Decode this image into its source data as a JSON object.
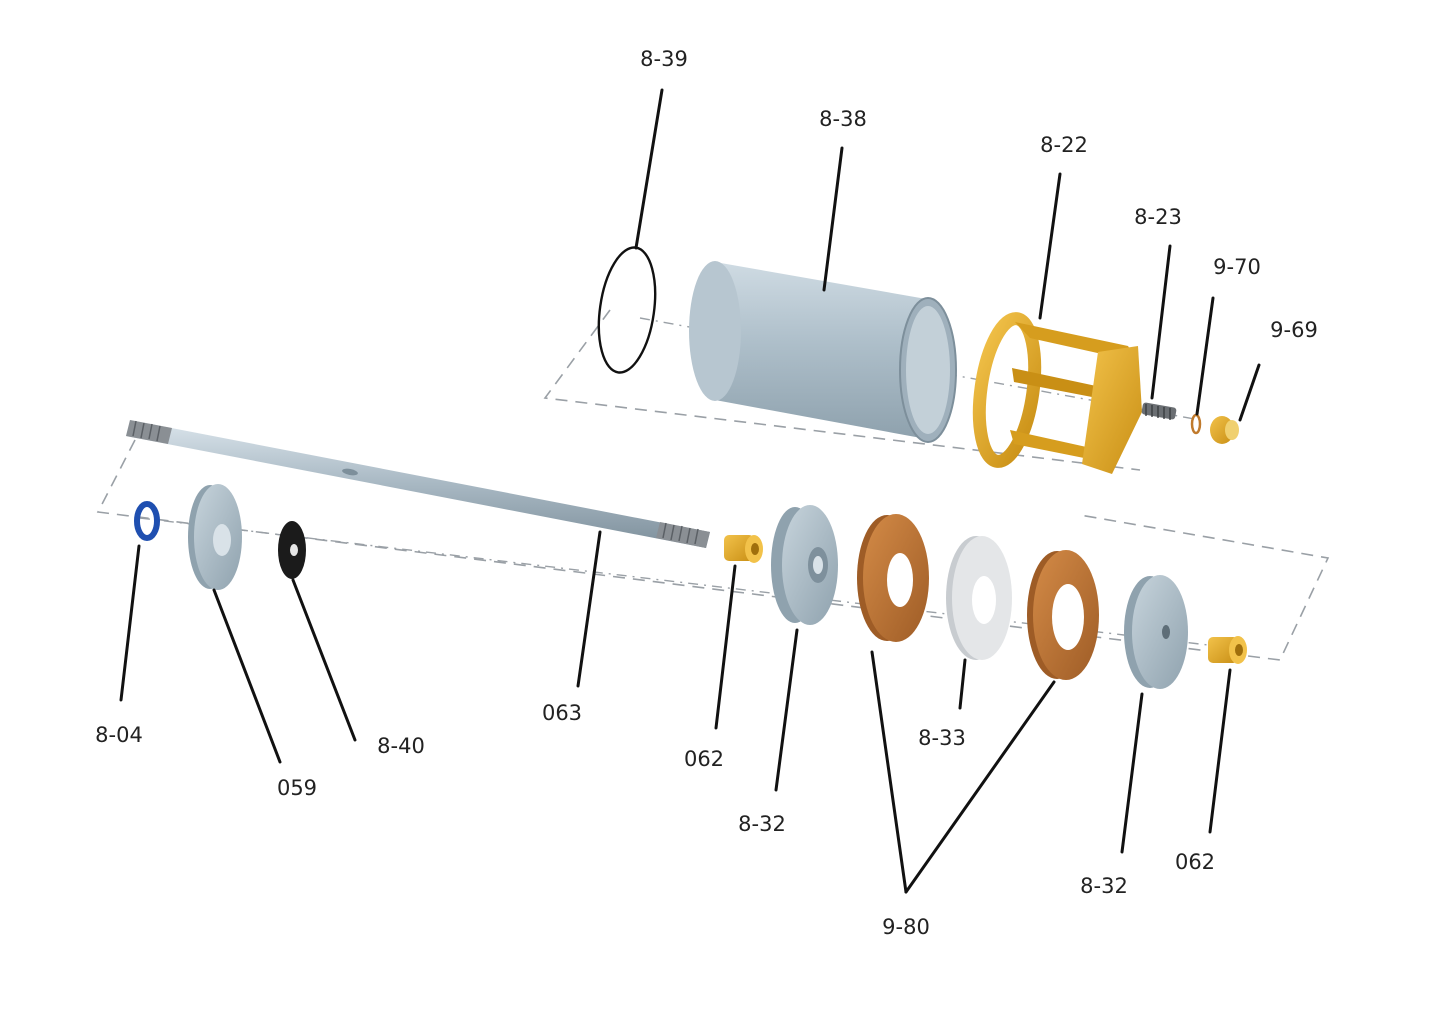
{
  "labels": {
    "l839": "8-39",
    "l838": "8-38",
    "l822": "8-22",
    "l823": "8-23",
    "l970": "9-70",
    "l969": "9-69",
    "l804": "8-04",
    "l059": "059",
    "l840": "8-40",
    "l063": "063",
    "l062a": "062",
    "l832a": "8-32",
    "l833": "8-33",
    "l980": "9-80",
    "l832b": "8-32",
    "l062b": "062"
  },
  "colors": {
    "steel": "#a9b9c4",
    "steel_dark": "#7e909c",
    "brass": "#e0a926",
    "brass_dark": "#b88413",
    "bronze": "#c0773a",
    "bronze_dark": "#8f5322",
    "white_washer": "#e4e6e8",
    "blue_ring": "#1f4fb0",
    "black_washer": "#1b1b1b"
  }
}
